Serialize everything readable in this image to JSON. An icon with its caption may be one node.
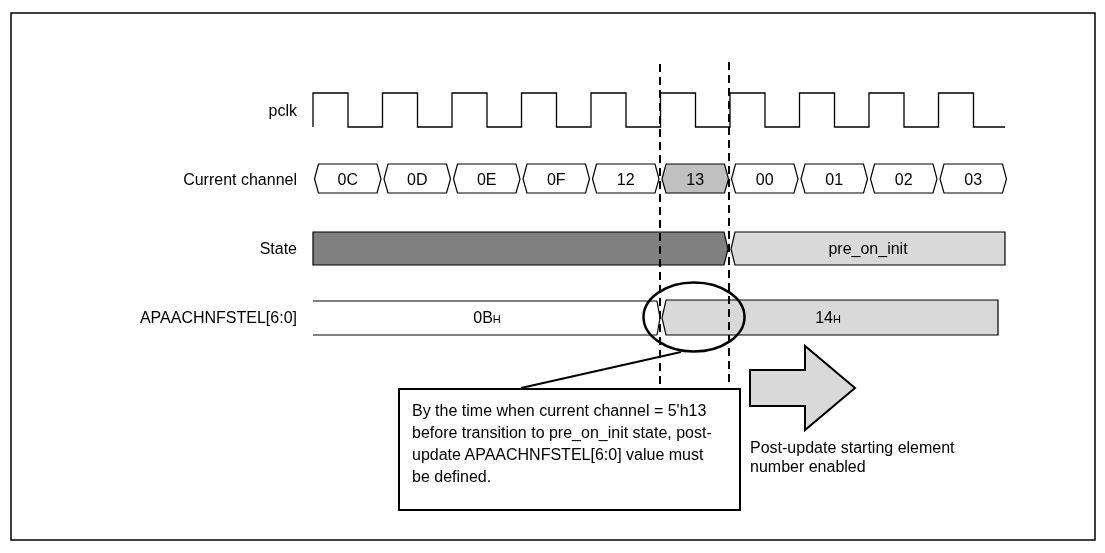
{
  "diagram": {
    "nodes": [
      {
        "text": [],
        "shape": "circle"
      },
      {
        "text": [
          "By the time when current channel = 5'h13 before transition to pre_on_init state, post-update APAACHNFSTEL[6:0] value must be defined."
        ]
      }
    ],
    "edges": [
      {
        "from": 1,
        "to": 0,
        "arrow": "none"
      }
    ],
    "labels": [
      "pclk",
      "Current channel",
      "0C",
      "0D",
      "0E",
      "0F",
      "12",
      "13",
      "00",
      "01",
      "02",
      "03",
      "State",
      "pre_on_init",
      "APAACHNFSTEL[6:0]",
      "0B$_{H}$",
      "14$_{H}$",
      "Post-update starting element number enabled"
    ]
  }
}
